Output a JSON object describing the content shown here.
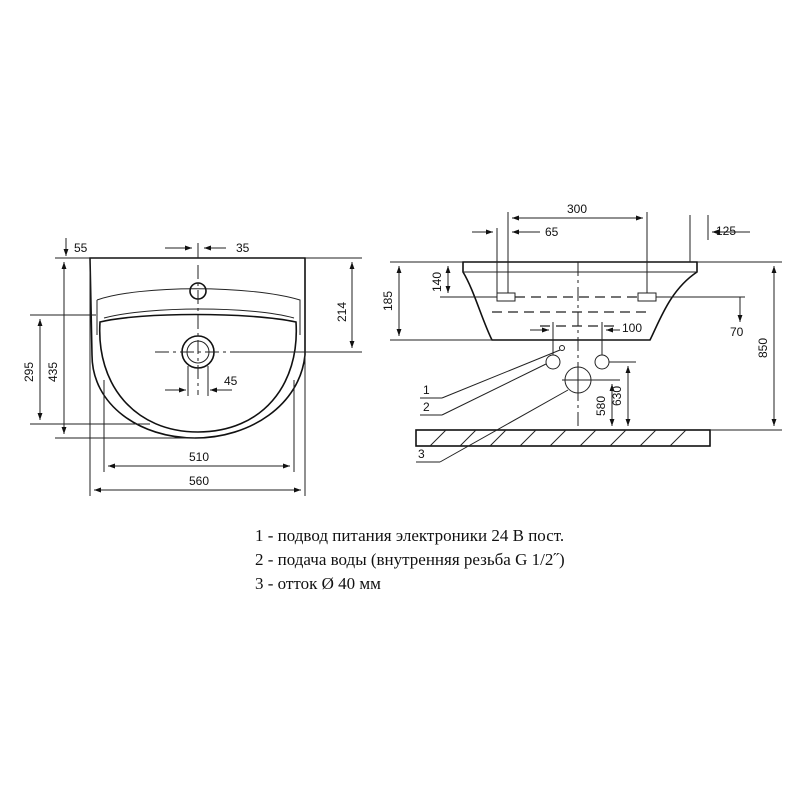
{
  "top_view": {
    "dims": {
      "d55": "55",
      "d35": "35",
      "d214": "214",
      "d295": "295",
      "d435": "435",
      "d45": "45",
      "d510": "510",
      "d560": "560"
    }
  },
  "side_view": {
    "dims": {
      "d300": "300",
      "d65": "65",
      "d125": "125",
      "d185": "185",
      "d140": "140",
      "d70": "70",
      "d100": "100",
      "d850": "850",
      "d580": "580",
      "d630": "630"
    },
    "callouts": {
      "c1": "1",
      "c2": "2",
      "c3": "3"
    }
  },
  "legend": {
    "items": [
      "1 - подвод питания электроники 24 В пост.",
      "2 - подача воды (внутренняя резьба G 1/2˝)",
      "3 - отток Ø 40 мм"
    ]
  }
}
